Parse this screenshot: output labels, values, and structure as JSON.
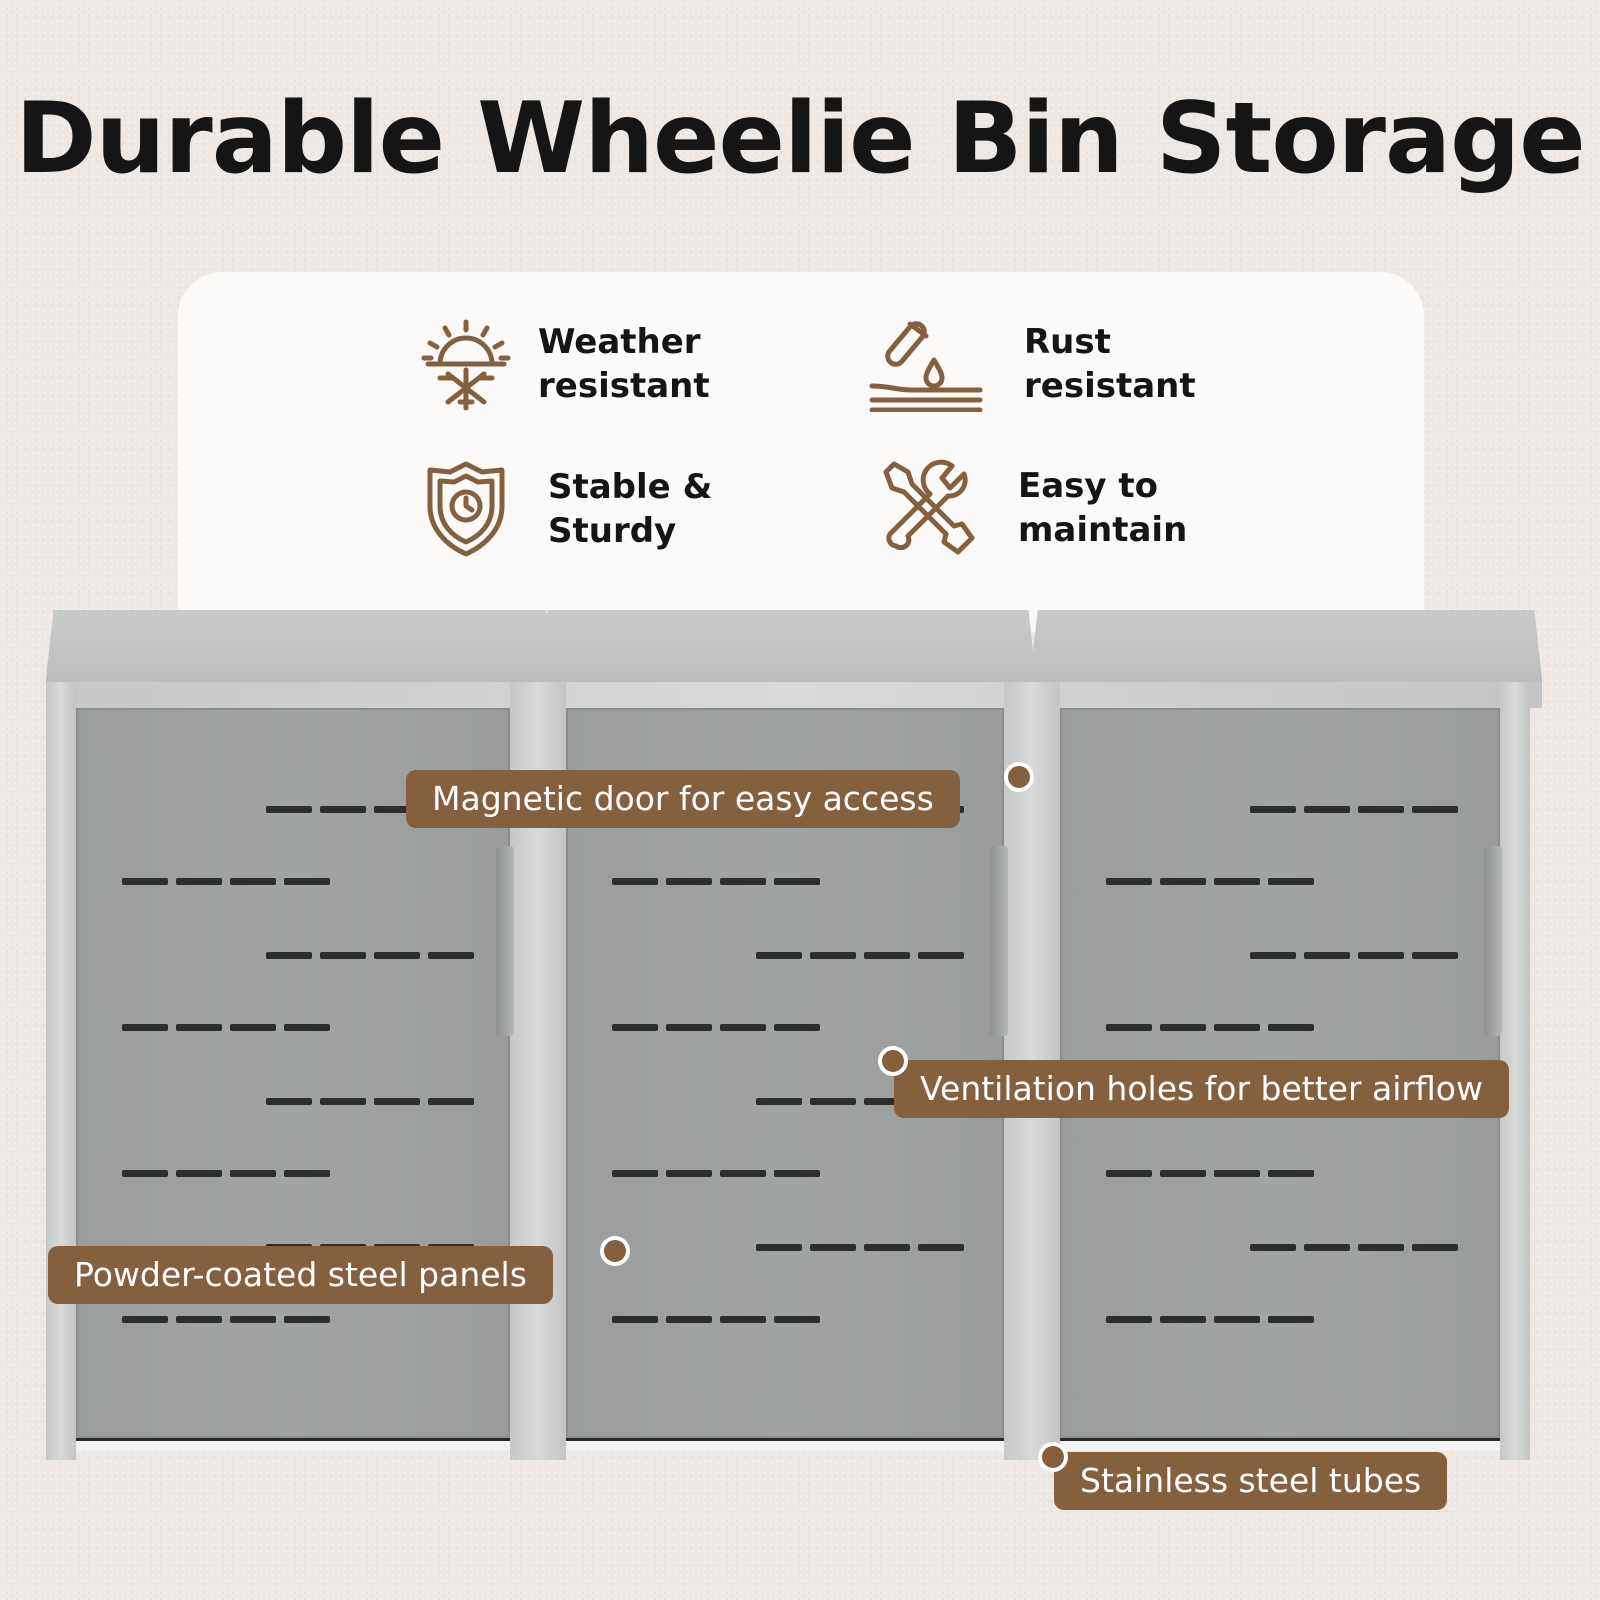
{
  "title": "Durable Wheelie Bin Storage",
  "colors": {
    "accent": "#85603f",
    "background": "#ede8e3",
    "card": "#fbfaf8",
    "panel_grey": "#9a9d9b"
  },
  "features": [
    {
      "icon": "weather-icon",
      "line1": "Weather",
      "line2": "resistant"
    },
    {
      "icon": "rust-icon",
      "line1": "Rust",
      "line2": "resistant"
    },
    {
      "icon": "shield-icon",
      "line1": "Stable &",
      "line2": "Sturdy"
    },
    {
      "icon": "tools-icon",
      "line1": "Easy to",
      "line2": "maintain"
    }
  ],
  "callouts": {
    "magnetic": "Magnetic door for easy access",
    "ventilation": "Ventilation holes for better airflow",
    "panels": "Powder-coated steel panels",
    "tubes": "Stainless steel tubes"
  }
}
